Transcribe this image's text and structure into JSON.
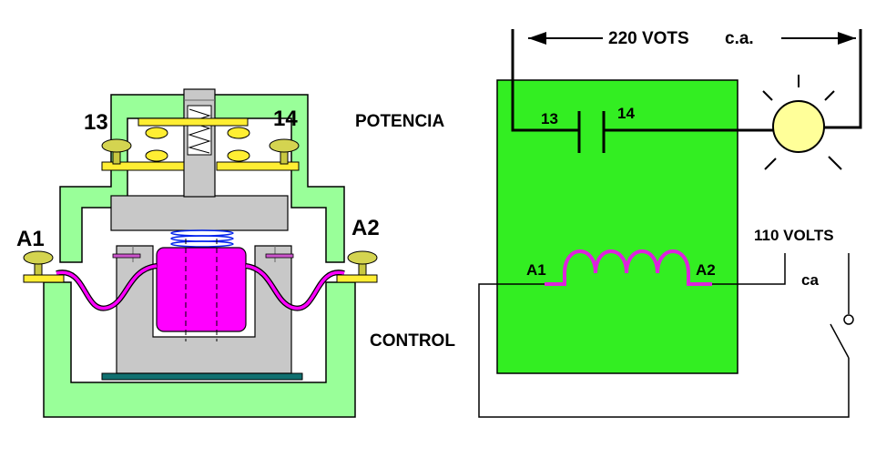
{
  "left_diagram": {
    "terminal_13": "13",
    "terminal_14": "14",
    "terminal_a1": "A1",
    "terminal_a2": "A2"
  },
  "labels": {
    "potencia": "POTENCIA",
    "control": "CONTROL"
  },
  "right_diagram": {
    "voltage_power": "220 VOTS",
    "voltage_power_type": "c.a.",
    "contact_13": "13",
    "contact_14": "14",
    "coil_a1": "A1",
    "coil_a2": "A2",
    "voltage_control": "110 VOLTS",
    "voltage_control_type": "ca"
  },
  "colors": {
    "frame_green": "#99ff99",
    "block_green": "#33ee22",
    "core_gray": "#c8c8c8",
    "coil_magenta": "#ff00ff",
    "contact_yellow": "#ffee33",
    "lamp_yellow": "#ffff99",
    "spring_blue": "#0022ee"
  }
}
